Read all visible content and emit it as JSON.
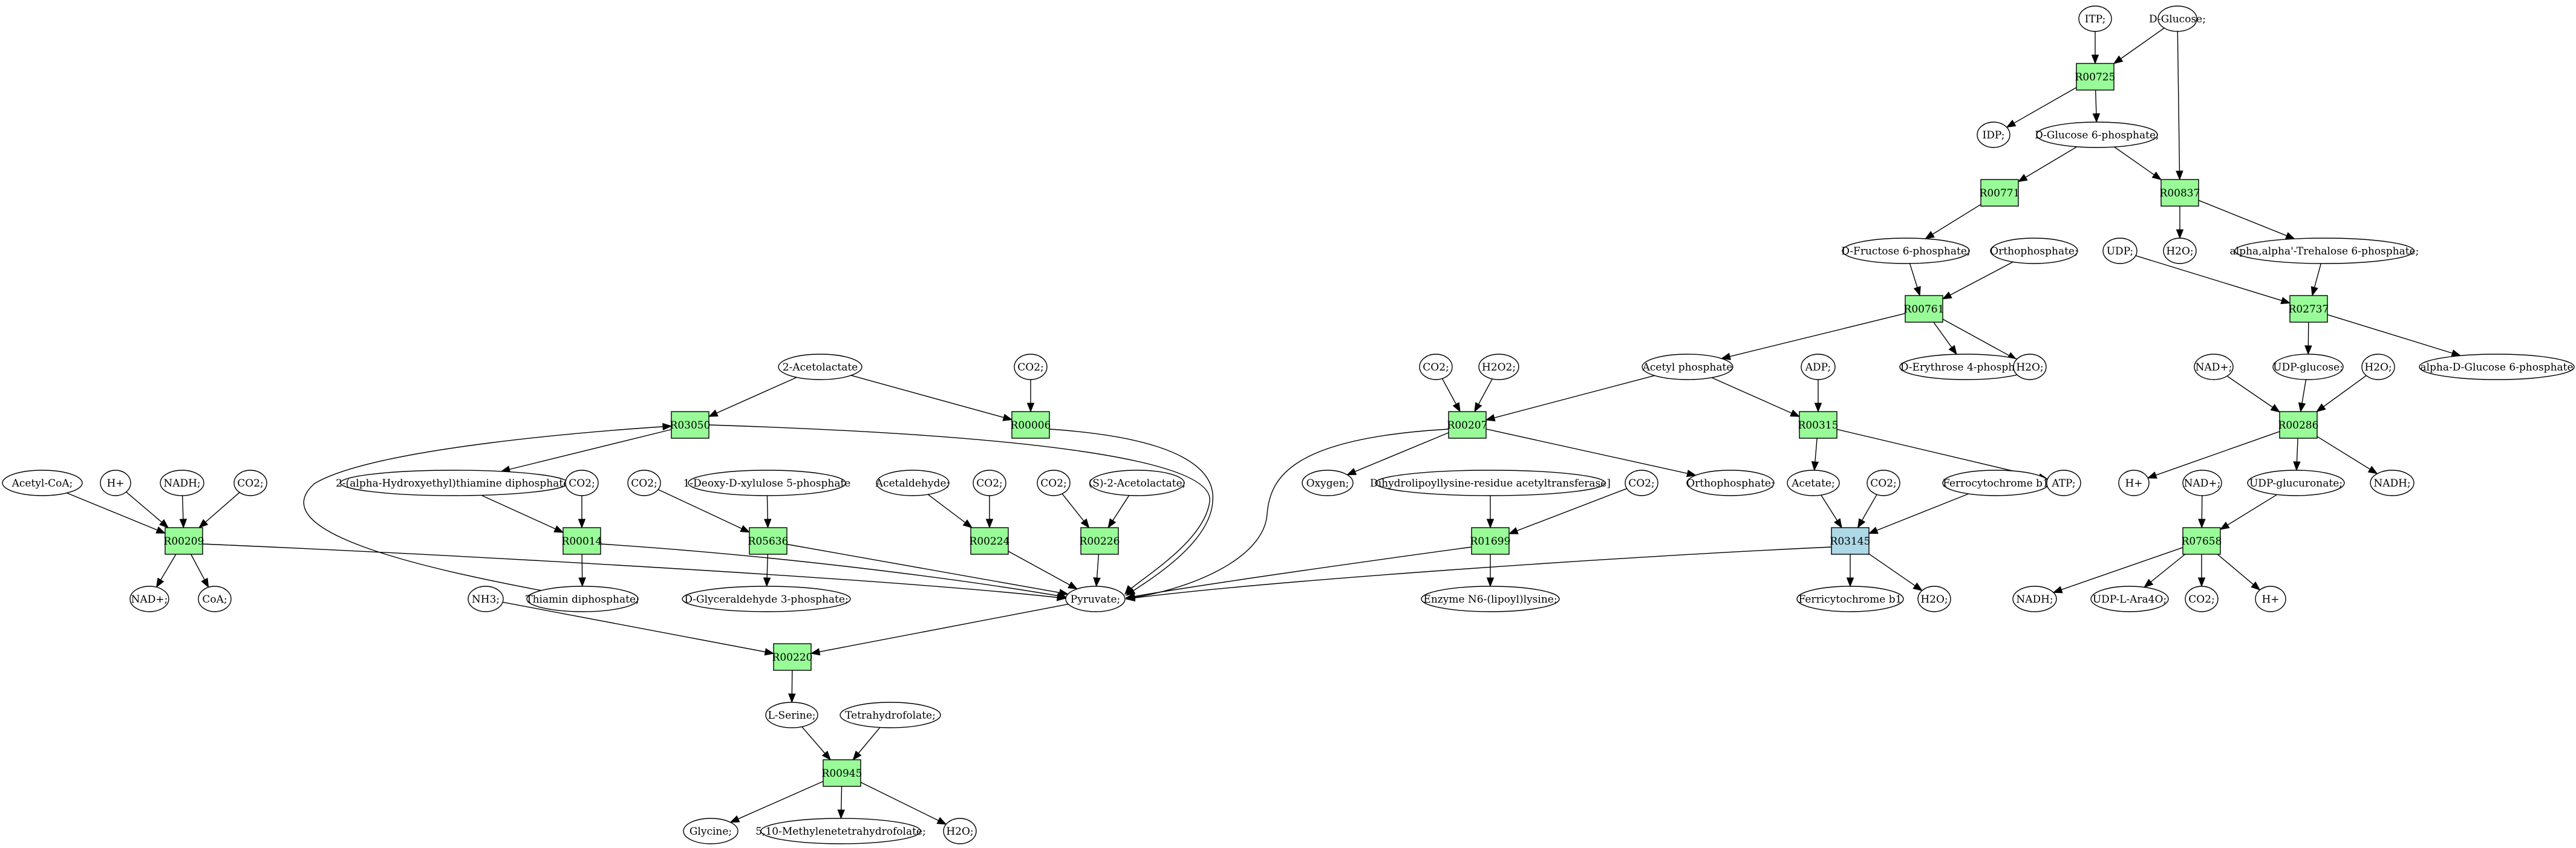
{
  "colors": {
    "reaction": "#98fb98",
    "reaction_highlight": "#add8e6",
    "source": "#00ff00",
    "target": "#ffff00",
    "metabolite": "#ffffff",
    "stroke": "#000000"
  },
  "reactions": [
    {
      "id": "R00725",
      "label": "R00725",
      "type": "normal"
    },
    {
      "id": "R00771",
      "label": "R00771",
      "type": "normal"
    },
    {
      "id": "R00837",
      "label": "R00837",
      "type": "normal"
    },
    {
      "id": "R00761",
      "label": "R00761",
      "type": "normal"
    },
    {
      "id": "R02737",
      "label": "R02737",
      "type": "normal"
    },
    {
      "id": "R03050",
      "label": "R03050",
      "type": "normal"
    },
    {
      "id": "R00006",
      "label": "R00006",
      "type": "normal"
    },
    {
      "id": "R00207",
      "label": "R00207",
      "type": "normal"
    },
    {
      "id": "R00315",
      "label": "R00315",
      "type": "normal"
    },
    {
      "id": "R00286",
      "label": "R00286",
      "type": "normal"
    },
    {
      "id": "R00209",
      "label": "R00209",
      "type": "normal"
    },
    {
      "id": "R00014",
      "label": "R00014",
      "type": "normal"
    },
    {
      "id": "R05636",
      "label": "R05636",
      "type": "normal"
    },
    {
      "id": "R00224",
      "label": "R00224",
      "type": "normal"
    },
    {
      "id": "R00226",
      "label": "R00226",
      "type": "normal"
    },
    {
      "id": "R01699",
      "label": "R01699",
      "type": "normal"
    },
    {
      "id": "R03145",
      "label": "R03145",
      "type": "highlight"
    },
    {
      "id": "R07658",
      "label": "R07658",
      "type": "normal"
    },
    {
      "id": "R00220",
      "label": "R00220",
      "type": "normal"
    },
    {
      "id": "R00945",
      "label": "R00945",
      "type": "normal"
    }
  ],
  "metabolites": [
    {
      "id": "m_itp",
      "label": "ITP;",
      "type": "normal"
    },
    {
      "id": "m_dglucose",
      "label": "D-Glucose;",
      "type": "source"
    },
    {
      "id": "m_idp",
      "label": "IDP;",
      "type": "normal"
    },
    {
      "id": "m_g6p",
      "label": "D-Glucose 6-phosphate;",
      "type": "normal"
    },
    {
      "id": "m_h2o_837",
      "label": "H2O;",
      "type": "normal"
    },
    {
      "id": "m_tre6p",
      "label": "alpha,alpha'-Trehalose 6-phosphate;",
      "type": "normal"
    },
    {
      "id": "m_f6p",
      "label": "D-Fructose 6-phosphate;",
      "type": "normal"
    },
    {
      "id": "m_pi_761",
      "label": "Orthophosphate;",
      "type": "normal"
    },
    {
      "id": "m_udp_2737",
      "label": "UDP;",
      "type": "normal"
    },
    {
      "id": "m_acp",
      "label": "Acetyl phosphate",
      "type": "normal"
    },
    {
      "id": "m_e4p",
      "label": "D-Erythrose 4-phosphate",
      "type": "normal"
    },
    {
      "id": "m_h2o_761",
      "label": "H2O;",
      "type": "normal"
    },
    {
      "id": "m_udpglc",
      "label": "UDP-glucose;",
      "type": "normal"
    },
    {
      "id": "m_agl6p",
      "label": "alpha-D-Glucose 6-phosphate",
      "type": "normal"
    },
    {
      "id": "m_acetolactate",
      "label": "2-Acetolactate",
      "type": "normal"
    },
    {
      "id": "m_co2_006",
      "label": "CO2;",
      "type": "normal"
    },
    {
      "id": "m_co2_207",
      "label": "CO2;",
      "type": "normal"
    },
    {
      "id": "m_h2o2",
      "label": "H2O2;",
      "type": "normal"
    },
    {
      "id": "m_adp",
      "label": "ADP;",
      "type": "normal"
    },
    {
      "id": "m_nad_286",
      "label": "NAD+;",
      "type": "normal"
    },
    {
      "id": "m_h2o_286",
      "label": "H2O;",
      "type": "normal"
    },
    {
      "id": "m_acetylcoa",
      "label": "Acetyl-CoA;",
      "type": "normal"
    },
    {
      "id": "m_hplus_209",
      "label": "H+",
      "type": "normal"
    },
    {
      "id": "m_nadh_209",
      "label": "NADH;",
      "type": "normal"
    },
    {
      "id": "m_co2_209",
      "label": "CO2;",
      "type": "normal"
    },
    {
      "id": "m_hetdp",
      "label": "2-(alpha-Hydroxyethyl)thiamine diphosphate;",
      "type": "normal"
    },
    {
      "id": "m_co2_014",
      "label": "CO2;",
      "type": "normal"
    },
    {
      "id": "m_co2_5636",
      "label": "CO2;",
      "type": "normal"
    },
    {
      "id": "m_dxp",
      "label": "1-Deoxy-D-xylulose 5-phosphate",
      "type": "normal"
    },
    {
      "id": "m_acetaldehyde",
      "label": "Acetaldehyde;",
      "type": "normal"
    },
    {
      "id": "m_co2_224",
      "label": "CO2;",
      "type": "normal"
    },
    {
      "id": "m_co2_226",
      "label": "CO2;",
      "type": "normal"
    },
    {
      "id": "m_s2acetolactate",
      "label": "(S)-2-Acetolactate;",
      "type": "normal"
    },
    {
      "id": "m_oxygen",
      "label": "Oxygen;",
      "type": "normal"
    },
    {
      "id": "m_dlat",
      "label": "Dihydrolipoyllysine-residue acetyltransferase]",
      "type": "normal"
    },
    {
      "id": "m_co2_1699",
      "label": "CO2;",
      "type": "normal"
    },
    {
      "id": "m_pi_207",
      "label": "Orthophosphate;",
      "type": "normal"
    },
    {
      "id": "m_acetate",
      "label": "Acetate;",
      "type": "normal"
    },
    {
      "id": "m_co2_3145",
      "label": "CO2;",
      "type": "normal"
    },
    {
      "id": "m_fdred",
      "label": "Ferrocytochrome b1",
      "type": "normal"
    },
    {
      "id": "m_atp",
      "label": "ATP;",
      "type": "normal"
    },
    {
      "id": "m_hplus_286",
      "label": "H+",
      "type": "normal"
    },
    {
      "id": "m_nad_7658",
      "label": "NAD+;",
      "type": "normal"
    },
    {
      "id": "m_udpglcua",
      "label": "UDP-glucuronate;",
      "type": "normal"
    },
    {
      "id": "m_nadh_286",
      "label": "NADH;",
      "type": "normal"
    },
    {
      "id": "m_nad_209",
      "label": "NAD+;",
      "type": "normal"
    },
    {
      "id": "m_coa",
      "label": "CoA;",
      "type": "normal"
    },
    {
      "id": "m_nh3",
      "label": "NH3;",
      "type": "normal"
    },
    {
      "id": "m_thiamindp",
      "label": "Thiamin diphosphate;",
      "type": "normal"
    },
    {
      "id": "m_g3p",
      "label": "D-Glyceraldehyde 3-phosphate;",
      "type": "normal"
    },
    {
      "id": "m_pyruvate",
      "label": "Pyruvate;",
      "type": "normal"
    },
    {
      "id": "m_enzlip",
      "label": "Enzyme N6-(lipoyl)lysine;",
      "type": "normal"
    },
    {
      "id": "m_fdox",
      "label": "Ferricytochrome b1",
      "type": "normal"
    },
    {
      "id": "m_h2o_3145",
      "label": "H2O;",
      "type": "normal"
    },
    {
      "id": "m_nadh_7658",
      "label": "NADH;",
      "type": "normal"
    },
    {
      "id": "m_udpara4o",
      "label": "UDP-L-Ara4O;",
      "type": "normal"
    },
    {
      "id": "m_co2_7658",
      "label": "CO2;",
      "type": "normal"
    },
    {
      "id": "m_hplus_7658",
      "label": "H+",
      "type": "normal"
    },
    {
      "id": "m_serine",
      "label": "L-Serine;",
      "type": "normal"
    },
    {
      "id": "m_thf",
      "label": "Tetrahydrofolate;",
      "type": "normal"
    },
    {
      "id": "m_glycine",
      "label": "Glycine;",
      "type": "target"
    },
    {
      "id": "m_methylenethf",
      "label": "5,10-Methylenetetrahydrofolate;",
      "type": "normal"
    },
    {
      "id": "m_h2o_945",
      "label": "H2O;",
      "type": "normal"
    }
  ],
  "edges": [
    {
      "from": "m_itp",
      "to": "R00725"
    },
    {
      "from": "m_dglucose",
      "to": "R00725"
    },
    {
      "from": "m_dglucose",
      "to": "R00837"
    },
    {
      "from": "R00725",
      "to": "m_idp"
    },
    {
      "from": "R00725",
      "to": "m_g6p"
    },
    {
      "from": "m_g6p",
      "to": "R00771"
    },
    {
      "from": "m_g6p",
      "to": "R00837"
    },
    {
      "from": "R00837",
      "to": "m_h2o_837"
    },
    {
      "from": "R00837",
      "to": "m_tre6p"
    },
    {
      "from": "R00771",
      "to": "m_f6p"
    },
    {
      "from": "m_f6p",
      "to": "R00761"
    },
    {
      "from": "m_pi_761",
      "to": "R00761"
    },
    {
      "from": "R00761",
      "to": "m_acp"
    },
    {
      "from": "R00761",
      "to": "m_e4p"
    },
    {
      "from": "R00761",
      "to": "m_h2o_761"
    },
    {
      "from": "m_tre6p",
      "to": "R02737"
    },
    {
      "from": "m_udp_2737",
      "to": "R02737"
    },
    {
      "from": "R02737",
      "to": "m_udpglc"
    },
    {
      "from": "R02737",
      "to": "m_agl6p"
    },
    {
      "from": "m_udpglc",
      "to": "R00286"
    },
    {
      "from": "m_nad_286",
      "to": "R00286"
    },
    {
      "from": "m_h2o_286",
      "to": "R00286"
    },
    {
      "from": "R00286",
      "to": "m_hplus_286"
    },
    {
      "from": "R00286",
      "to": "m_udpglcua"
    },
    {
      "from": "R00286",
      "to": "m_nadh_286"
    },
    {
      "from": "m_udpglcua",
      "to": "R07658"
    },
    {
      "from": "m_nad_7658",
      "to": "R07658"
    },
    {
      "from": "R07658",
      "to": "m_nadh_7658"
    },
    {
      "from": "R07658",
      "to": "m_udpara4o"
    },
    {
      "from": "R07658",
      "to": "m_co2_7658"
    },
    {
      "from": "R07658",
      "to": "m_hplus_7658"
    },
    {
      "from": "m_acp",
      "to": "R00207"
    },
    {
      "from": "m_acp",
      "to": "R00315"
    },
    {
      "from": "m_adp",
      "to": "R00315"
    },
    {
      "from": "R00315",
      "to": "m_acetate"
    },
    {
      "from": "R00315",
      "to": "m_atp"
    },
    {
      "from": "m_acetate",
      "to": "R03145"
    },
    {
      "from": "m_co2_3145",
      "to": "R03145"
    },
    {
      "from": "m_fdred",
      "to": "R03145"
    },
    {
      "from": "R03145",
      "to": "m_fdox"
    },
    {
      "from": "R03145",
      "to": "m_h2o_3145"
    },
    {
      "from": "R03145",
      "to": "m_pyruvate"
    },
    {
      "from": "m_co2_207",
      "to": "R00207"
    },
    {
      "from": "m_h2o2",
      "to": "R00207"
    },
    {
      "from": "R00207",
      "to": "m_oxygen"
    },
    {
      "from": "R00207",
      "to": "m_pi_207"
    },
    {
      "from": "R00207",
      "to": "m_pyruvate"
    },
    {
      "from": "m_dlat",
      "to": "R01699"
    },
    {
      "from": "m_co2_1699",
      "to": "R01699"
    },
    {
      "from": "R01699",
      "to": "m_enzlip"
    },
    {
      "from": "R01699",
      "to": "m_pyruvate"
    },
    {
      "from": "m_acetolactate",
      "to": "R03050"
    },
    {
      "from": "m_acetolactate",
      "to": "R00006"
    },
    {
      "from": "m_co2_006",
      "to": "R00006"
    },
    {
      "from": "R00006",
      "to": "m_pyruvate"
    },
    {
      "from": "R03050",
      "to": "m_hetdp"
    },
    {
      "from": "R03050",
      "to": "m_pyruvate"
    },
    {
      "from": "m_thiamindp",
      "to": "R03050"
    },
    {
      "from": "m_hetdp",
      "to": "R00014"
    },
    {
      "from": "m_co2_014",
      "to": "R00014"
    },
    {
      "from": "R00014",
      "to": "m_thiamindp"
    },
    {
      "from": "R00014",
      "to": "m_pyruvate"
    },
    {
      "from": "m_acetylcoa",
      "to": "R00209"
    },
    {
      "from": "m_hplus_209",
      "to": "R00209"
    },
    {
      "from": "m_nadh_209",
      "to": "R00209"
    },
    {
      "from": "m_co2_209",
      "to": "R00209"
    },
    {
      "from": "R00209",
      "to": "m_nad_209"
    },
    {
      "from": "R00209",
      "to": "m_coa"
    },
    {
      "from": "R00209",
      "to": "m_pyruvate"
    },
    {
      "from": "m_co2_5636",
      "to": "R05636"
    },
    {
      "from": "m_dxp",
      "to": "R05636"
    },
    {
      "from": "R05636",
      "to": "m_g3p"
    },
    {
      "from": "R05636",
      "to": "m_pyruvate"
    },
    {
      "from": "m_acetaldehyde",
      "to": "R00224"
    },
    {
      "from": "m_co2_224",
      "to": "R00224"
    },
    {
      "from": "R00224",
      "to": "m_pyruvate"
    },
    {
      "from": "m_co2_226",
      "to": "R00226"
    },
    {
      "from": "m_s2acetolactate",
      "to": "R00226"
    },
    {
      "from": "R00226",
      "to": "m_pyruvate"
    },
    {
      "from": "m_pyruvate",
      "to": "R00220"
    },
    {
      "from": "m_nh3",
      "to": "R00220"
    },
    {
      "from": "R00220",
      "to": "m_serine"
    },
    {
      "from": "m_serine",
      "to": "R00945"
    },
    {
      "from": "m_thf",
      "to": "R00945"
    },
    {
      "from": "R00945",
      "to": "m_glycine"
    },
    {
      "from": "R00945",
      "to": "m_methylenethf"
    },
    {
      "from": "R00945",
      "to": "m_h2o_945"
    }
  ]
}
